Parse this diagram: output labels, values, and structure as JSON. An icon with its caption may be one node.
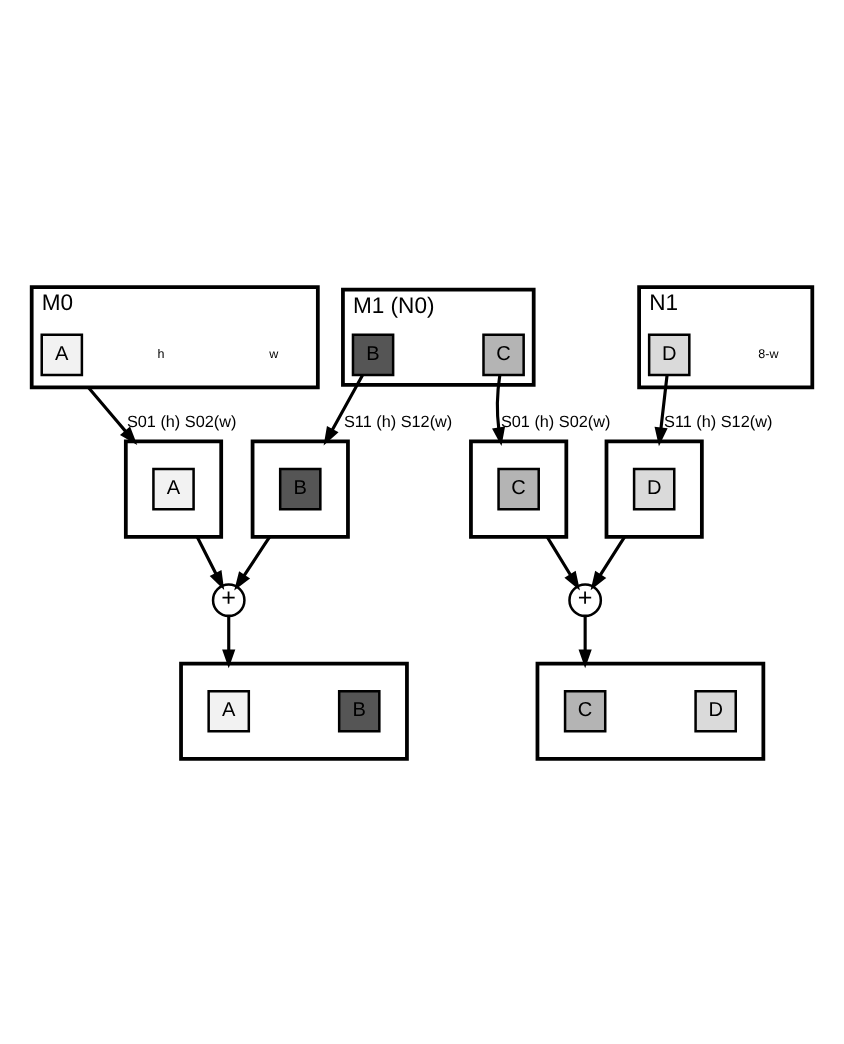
{
  "diagram": {
    "nodes": [
      {
        "text": [
          "M0"
        ]
      },
      {
        "text": [
          "A"
        ],
        "in": 0
      },
      {
        "text": [
          "M1 (N0)"
        ]
      },
      {
        "text": [
          "B"
        ],
        "in": 2
      },
      {
        "text": [
          "C"
        ],
        "in": 2
      },
      {
        "text": [
          "N1"
        ]
      },
      {
        "text": [
          "D"
        ],
        "in": 5
      },
      {
        "text": [],
        "shape": "box"
      },
      {
        "text": [
          "A"
        ],
        "in": 7
      },
      {
        "text": [],
        "shape": "box"
      },
      {
        "text": [
          "B"
        ],
        "in": 9
      },
      {
        "text": [],
        "shape": "box"
      },
      {
        "text": [
          "C"
        ],
        "in": 11
      },
      {
        "text": [],
        "shape": "box"
      },
      {
        "text": [
          "D"
        ],
        "in": 13
      },
      {
        "text": [
          "+"
        ]
      },
      {
        "text": [
          "+"
        ]
      },
      {
        "text": [],
        "shape": "box"
      },
      {
        "text": [
          "A"
        ],
        "in": 17
      },
      {
        "text": [
          "B"
        ],
        "in": 17
      },
      {
        "text": [],
        "shape": "box"
      },
      {
        "text": [
          "C"
        ],
        "in": 20
      },
      {
        "text": [
          "D"
        ],
        "in": 20
      }
    ],
    "edges": [
      {
        "from": 0,
        "to": 7,
        "arrow": "to",
        "label": "S01 (h) S02(w)"
      },
      {
        "from": 3,
        "to": 9,
        "arrow": "to",
        "label": "S11 (h) S12(w)"
      },
      {
        "from": 4,
        "to": 11,
        "arrow": "to",
        "label": "S01 (h) S02(w)"
      },
      {
        "from": 6,
        "to": 13,
        "arrow": "to",
        "label": "S11 (h) S12(w)"
      },
      {
        "from": 7,
        "to": 15,
        "arrow": "to"
      },
      {
        "from": 9,
        "to": 15,
        "arrow": "to"
      },
      {
        "from": 15,
        "to": 17,
        "arrow": "to"
      },
      {
        "from": 11,
        "to": 16,
        "arrow": "to"
      },
      {
        "from": 13,
        "to": 16,
        "arrow": "to"
      },
      {
        "from": 16,
        "to": 20,
        "arrow": "to"
      }
    ],
    "labels": [
      "w",
      "h",
      "8-w"
    ]
  }
}
